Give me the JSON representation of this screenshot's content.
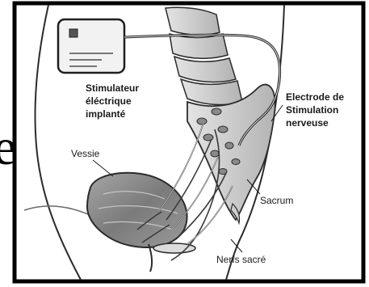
{
  "labels": {
    "stimulator": [
      "Stimulateur",
      "éléctrique",
      "implanté"
    ],
    "electrode": [
      "Electrode de",
      "Stimulation",
      "nerveuse"
    ],
    "bladder": "Vessie",
    "sacrum": "Sacrum",
    "nerves": "Nerfs sacré"
  },
  "margin_glyph": "e",
  "colors": {
    "frame": "#000000",
    "outline": "#2b2b2b",
    "skin": "#ffffff",
    "bone": "#cfcfcf",
    "bone_shadow": "#9a9a9a",
    "bladder": "#8c8c8c",
    "device": "#f2f2f2"
  }
}
